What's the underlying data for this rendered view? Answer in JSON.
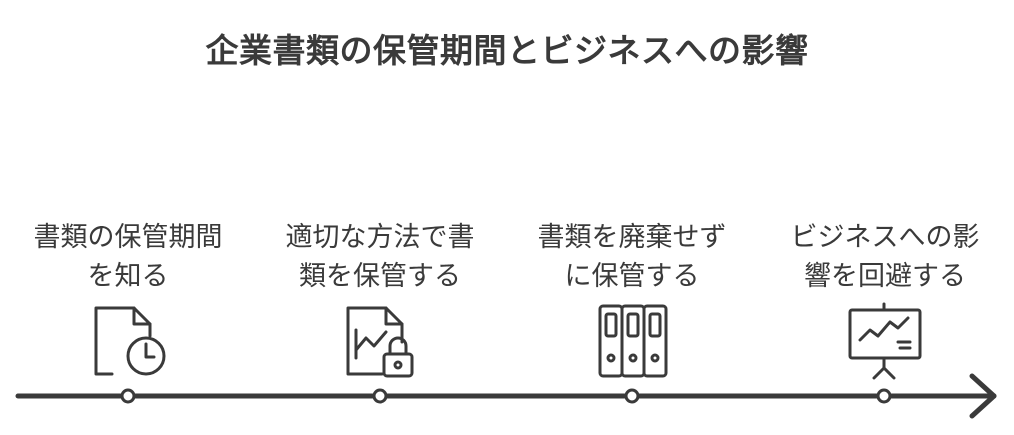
{
  "title": "企業書類の保管期間とビジネスへの影響",
  "steps": [
    {
      "line1": "書類の保管期間",
      "line2": "を知る",
      "icon": "document-clock-icon"
    },
    {
      "line1": "適切な方法で書",
      "line2": "類を保管する",
      "icon": "document-chart-lock-icon"
    },
    {
      "line1": "書類を廃棄せず",
      "line2": "に保管する",
      "icon": "binders-icon"
    },
    {
      "line1": "ビジネスへの影",
      "line2": "響を回避する",
      "icon": "presentation-chart-icon"
    }
  ],
  "colors": {
    "ink": "#3a3a3a",
    "background": "#ffffff"
  }
}
